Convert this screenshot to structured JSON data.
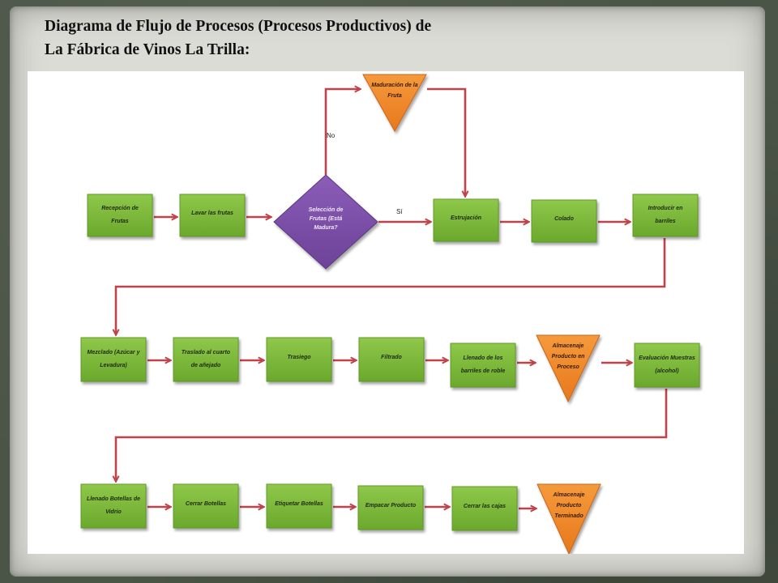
{
  "title": {
    "line1": "Diagrama de Flujo de Procesos  (Procesos Productivos) de",
    "line2": "La Fábrica de Vinos La Trilla:"
  },
  "colors": {
    "process_fill": "#7dba3a",
    "storage_fill": "#f08a2a",
    "decision_fill": "#7b4fa6",
    "arrow": "#c0434a"
  },
  "labels": {
    "no": "No",
    "si": "Sí"
  },
  "nodes": {
    "recepcion": [
      "Recepción de",
      "Frutas"
    ],
    "lavar": [
      "Lavar las frutas"
    ],
    "seleccion": [
      "Selección de",
      "Frutas (Está",
      "Madura?"
    ],
    "maduracion": [
      "Maduración de la",
      "Fruta"
    ],
    "estrujacion": [
      "Estrujación"
    ],
    "colado": [
      "Colado"
    ],
    "introducir": [
      "Introducir en",
      "barriles"
    ],
    "mezclado": [
      "Mezclado (Azúcar y",
      "Levadura)"
    ],
    "traslado": [
      "Traslado al cuarto",
      "de añejado"
    ],
    "trasiego": [
      "Trasiego"
    ],
    "filtrado": [
      "Filtrado"
    ],
    "llenado_barriles": [
      "Llenado de los",
      "barriles de roble"
    ],
    "almacenaje_proceso": [
      "Almacenaje",
      "Producto en",
      "Proceso"
    ],
    "evaluacion": [
      "Evaluación Muestras",
      "(alcohol)"
    ],
    "llenado_botellas": [
      "Llenado Botellas de",
      "Vidrio"
    ],
    "cerrar_botellas": [
      "Cerrar Botellas"
    ],
    "etiquetar": [
      "Etiquetar Botellas"
    ],
    "empacar": [
      "Empacar Producto"
    ],
    "cerrar_cajas": [
      "Cerrar las cajas"
    ],
    "almacenaje_terminado": [
      "Almacenaje",
      "Producto",
      "Terminado"
    ]
  }
}
